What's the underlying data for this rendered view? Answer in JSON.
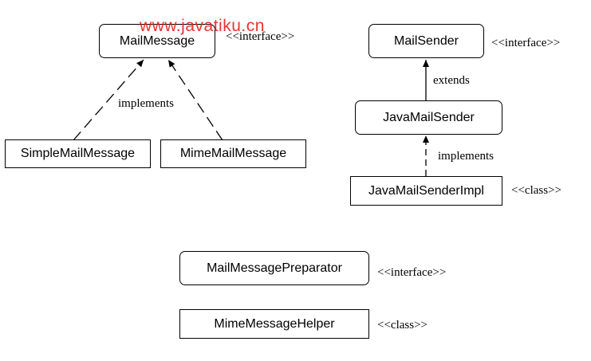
{
  "watermark": "www.javatiku.cn",
  "classes": {
    "mail_message": "MailMessage",
    "simple_mail_message": "SimpleMailMessage",
    "mime_mail_message": "MimeMailMessage",
    "mail_sender": "MailSender",
    "java_mail_sender": "JavaMailSender",
    "java_mail_sender_impl": "JavaMailSenderImpl",
    "mail_message_preparator": "MailMessagePreparator",
    "mime_message_helper": "MimeMessageHelper"
  },
  "stereotypes": {
    "mail_message": "<<interface>>",
    "mail_sender": "<<interface>>",
    "java_mail_sender_impl": "<<class>>",
    "mail_message_preparator": "<<interface>>",
    "mime_message_helper": "<<class>>"
  },
  "relations": {
    "implements_left": "implements",
    "extends": "extends",
    "implements_right": "implements"
  },
  "colors": {
    "line": "#000000",
    "watermark": "#e8201a"
  }
}
